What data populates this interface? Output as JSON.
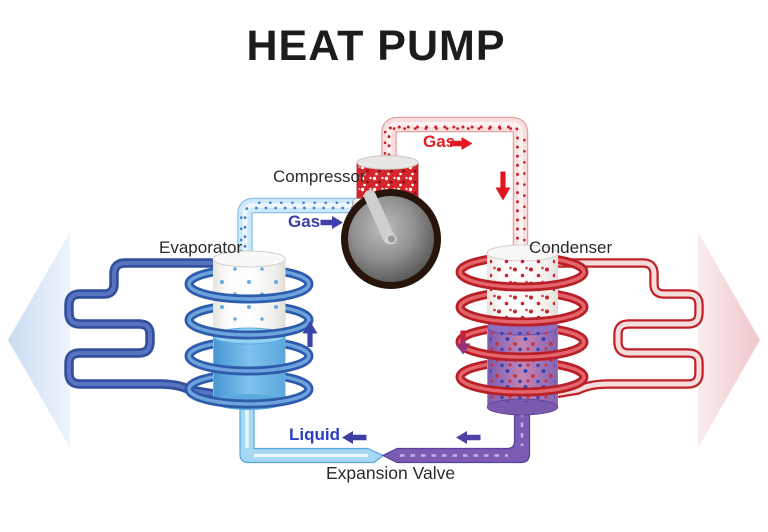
{
  "title": "HEAT PUMP",
  "labels": {
    "compressor": "Compressor",
    "evaporator": "Evaporator",
    "condenser": "Condenser",
    "expansion_valve": "Expansion Valve"
  },
  "flow": {
    "hot_gas": "Gas",
    "cool_gas": "Gas",
    "liquid": "Liquid"
  },
  "icons": {
    "cold_side_big_arrow": "left-arrow",
    "hot_side_big_arrow": "right-arrow",
    "hot_gas_arrow": "right-arrow",
    "hot_pipe_arrow": "down-arrow",
    "condenser_phase_arrow": "down-arrow",
    "cool_gas_arrow": "right-arrow",
    "evaporator_rise_arrow": "up-arrow",
    "liquid_arrow": "left-arrow",
    "expansion_inlet_arrow": "left-arrow"
  },
  "colors": {
    "title_color": "#1c1c1c",
    "label_color": "#2a2a2a",
    "hot_text": "#e02025",
    "cool_text": "#3b3ea6",
    "liquid_text": "#2c3fc0",
    "hot_coil": "#c22128",
    "cold_coil": "#32509e",
    "liquid_pipe": "#a6d7f3",
    "expansion_pipe": "#7b5bb3",
    "cold_big_arrow": "#dce8f6",
    "hot_big_arrow": "#f5dde0"
  }
}
